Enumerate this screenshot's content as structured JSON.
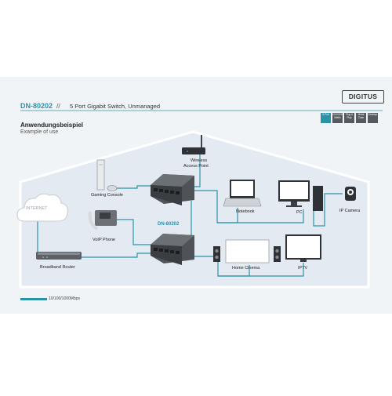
{
  "header": {
    "model": "DN-80202",
    "separator": "//",
    "description": "5 Port Gigabit Switch, Unmanaged",
    "logo": "DIGITUS"
  },
  "title": {
    "de": "Anwendungsbeispiel",
    "en": "Example of use"
  },
  "badges": [
    "5 Port",
    "10/100/1000 Mbit/s",
    "Plug & Play",
    "Metal Case",
    "Desktop"
  ],
  "labels": {
    "internet": "INTERNET",
    "wireless_ap_line1": "Wireless",
    "wireless_ap_line2": "Access Point",
    "gaming_console": "Gaming Console",
    "voip_phone": "VoIP Phone",
    "switch_model": "DN-80202",
    "broadband_router": "Broadband Router",
    "notebook": "Notebook",
    "pc": "PC",
    "ip_camera": "IP Camera",
    "home_cinema": "Home Cinema",
    "iptv": "IPTV"
  },
  "legend": {
    "text": "10/100/1000Mbps"
  },
  "colors": {
    "accent": "#2b93a8",
    "house_bg": "#e6edf3",
    "house_outline": "#ffffff",
    "band": "#f1f4f7",
    "text": "#222222",
    "model_blue": "#2b93a8"
  }
}
